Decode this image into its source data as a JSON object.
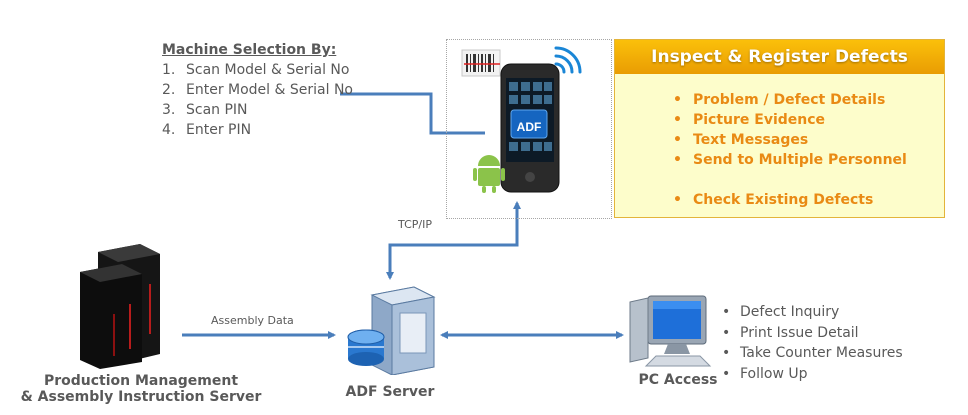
{
  "machine_selection": {
    "heading": "Machine Selection By:",
    "items": [
      {
        "num": "1.",
        "text": "Scan Model & Serial No"
      },
      {
        "num": "2.",
        "text": "Enter Model & Serial No"
      },
      {
        "num": "3.",
        "text": "Scan PIN"
      },
      {
        "num": "4.",
        "text": "Enter PIN"
      }
    ]
  },
  "phone": {
    "app_label": "ADF",
    "icon": "smartphone-icon"
  },
  "inspect": {
    "title": "Inspect & Register Defects",
    "items": [
      "Problem / Defect Details",
      "Picture Evidence",
      "Text Messages",
      "Send to Multiple Personnel"
    ],
    "extra_item": "Check Existing Defects"
  },
  "links": {
    "tcp": "TCP/IP",
    "assembly": "Assembly Data"
  },
  "nodes": {
    "prod_server": {
      "line1": "Production Management",
      "line2": "& Assembly Instruction Server"
    },
    "adf_server": "ADF Server",
    "pc": "PC Access"
  },
  "pc_list": [
    "Defect Inquiry",
    "Print Issue Detail",
    "Take Counter Measures",
    "Follow Up"
  ],
  "colors": {
    "connector": "#4a7ebb",
    "accent": "#e98a14",
    "title_bar": "#f7b40a",
    "panel": "#fdfdcb",
    "text": "#595959"
  }
}
